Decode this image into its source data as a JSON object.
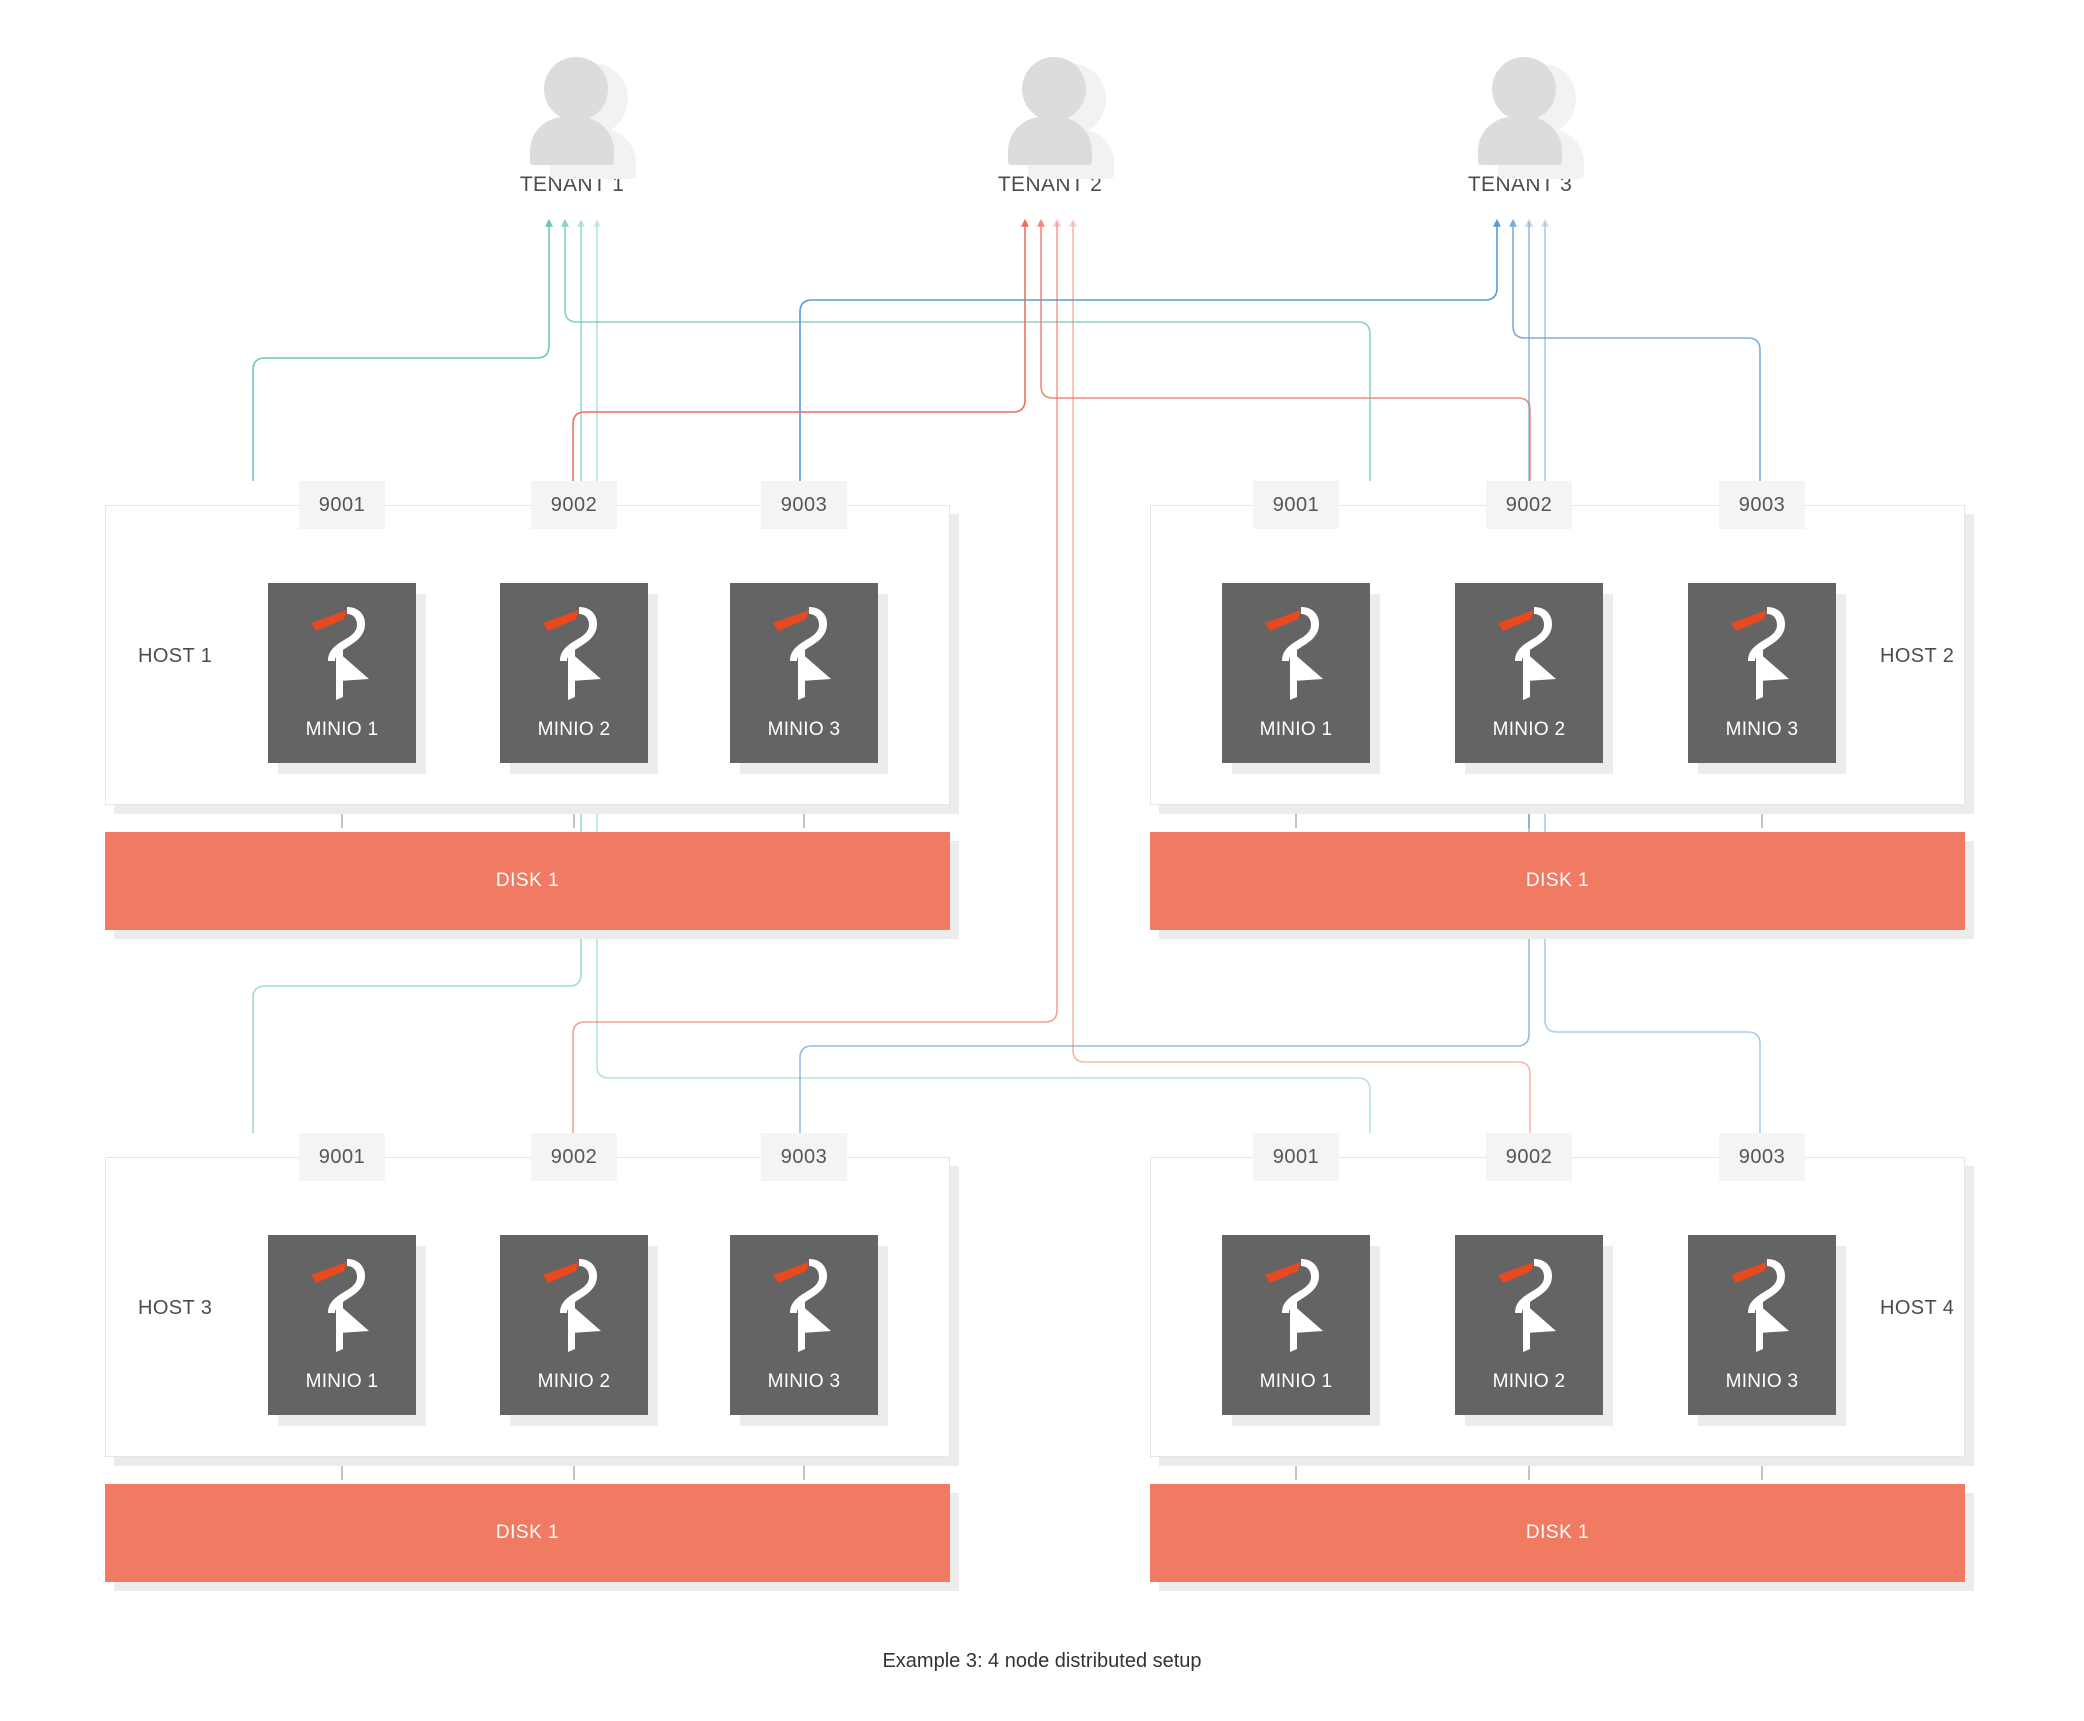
{
  "diagram": {
    "caption": "Example 3: 4 node distributed setup",
    "colors": {
      "tenant1": "#6ec7bc",
      "tenant2": "#ee6f5c",
      "tenant3": "#5b9bd5",
      "node_bg": "#646464",
      "disk_bg": "#f17a62",
      "port_bg": "#f4f4f4",
      "avatar": "#dcdcdc",
      "beak": "#e8491f",
      "shadow": "#ececec"
    }
  },
  "tenants": [
    {
      "id": "tenant-1",
      "label": "TENANT 1",
      "color": "#6ec7bc"
    },
    {
      "id": "tenant-2",
      "label": "TENANT 2",
      "color": "#ee6f5c"
    },
    {
      "id": "tenant-3",
      "label": "TENANT 3",
      "color": "#5b9bd5"
    }
  ],
  "hosts": [
    {
      "id": "host-1",
      "label": "HOST 1",
      "label_side": "left",
      "disk": {
        "label": "DISK 1"
      },
      "nodes": [
        {
          "label": "MINIO 1",
          "port": "9001",
          "tenant": "tenant-1"
        },
        {
          "label": "MINIO 2",
          "port": "9002",
          "tenant": "tenant-2"
        },
        {
          "label": "MINIO 3",
          "port": "9003",
          "tenant": "tenant-3"
        }
      ]
    },
    {
      "id": "host-2",
      "label": "HOST 2",
      "label_side": "right",
      "disk": {
        "label": "DISK 1"
      },
      "nodes": [
        {
          "label": "MINIO 1",
          "port": "9001",
          "tenant": "tenant-1"
        },
        {
          "label": "MINIO 2",
          "port": "9002",
          "tenant": "tenant-2"
        },
        {
          "label": "MINIO 3",
          "port": "9003",
          "tenant": "tenant-3"
        }
      ]
    },
    {
      "id": "host-3",
      "label": "HOST 3",
      "label_side": "left",
      "disk": {
        "label": "DISK 1"
      },
      "nodes": [
        {
          "label": "MINIO 1",
          "port": "9001",
          "tenant": "tenant-1"
        },
        {
          "label": "MINIO 2",
          "port": "9002",
          "tenant": "tenant-2"
        },
        {
          "label": "MINIO 3",
          "port": "9003",
          "tenant": "tenant-3"
        }
      ]
    },
    {
      "id": "host-4",
      "label": "HOST 4",
      "label_side": "right",
      "disk": {
        "label": "DISK 1"
      },
      "nodes": [
        {
          "label": "MINIO 1",
          "port": "9001",
          "tenant": "tenant-1"
        },
        {
          "label": "MINIO 2",
          "port": "9002",
          "tenant": "tenant-2"
        },
        {
          "label": "MINIO 3",
          "port": "9003",
          "tenant": "tenant-3"
        }
      ]
    }
  ]
}
